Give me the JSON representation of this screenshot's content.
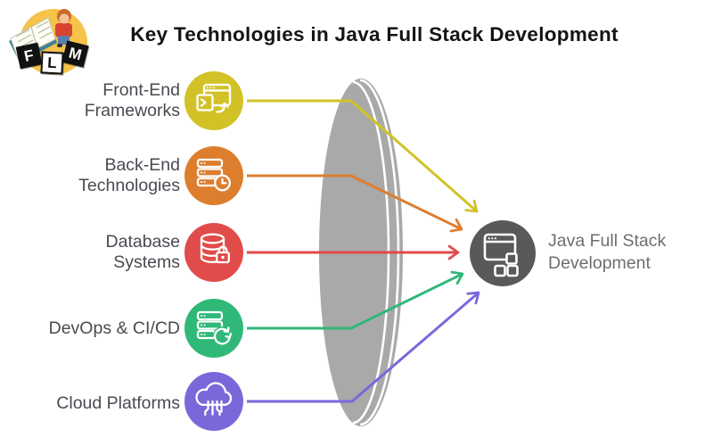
{
  "title": "Key Technologies in Java Full Stack Development",
  "logo": {
    "letters": [
      "F",
      "L",
      "M"
    ]
  },
  "items": [
    {
      "label": "Front-End Frameworks",
      "lines": [
        "Front-End",
        "Frameworks"
      ],
      "color": "#d2c228",
      "icon": "browser-terminal-icon"
    },
    {
      "label": "Back-End Technologies",
      "lines": [
        "Back-End",
        "Technologies"
      ],
      "color": "#dd7e2f",
      "icon": "server-clock-icon"
    },
    {
      "label": "Database Systems",
      "lines": [
        "Database",
        "Systems"
      ],
      "color": "#e04c49",
      "icon": "database-lock-icon"
    },
    {
      "label": "DevOps & CI/CD",
      "lines": [
        "DevOps & CI/CD"
      ],
      "color": "#2fb878",
      "icon": "server-sync-icon"
    },
    {
      "label": "Cloud Platforms",
      "lines": [
        "Cloud Platforms"
      ],
      "color": "#7a68da",
      "icon": "cloud-circuit-icon"
    }
  ],
  "target": {
    "label": "Java Full Stack Development",
    "lines": [
      "Java Full Stack",
      "Development"
    ],
    "color": "#595959",
    "icon": "browser-modules-icon"
  },
  "lens": {
    "color": "#a9a9a9"
  }
}
